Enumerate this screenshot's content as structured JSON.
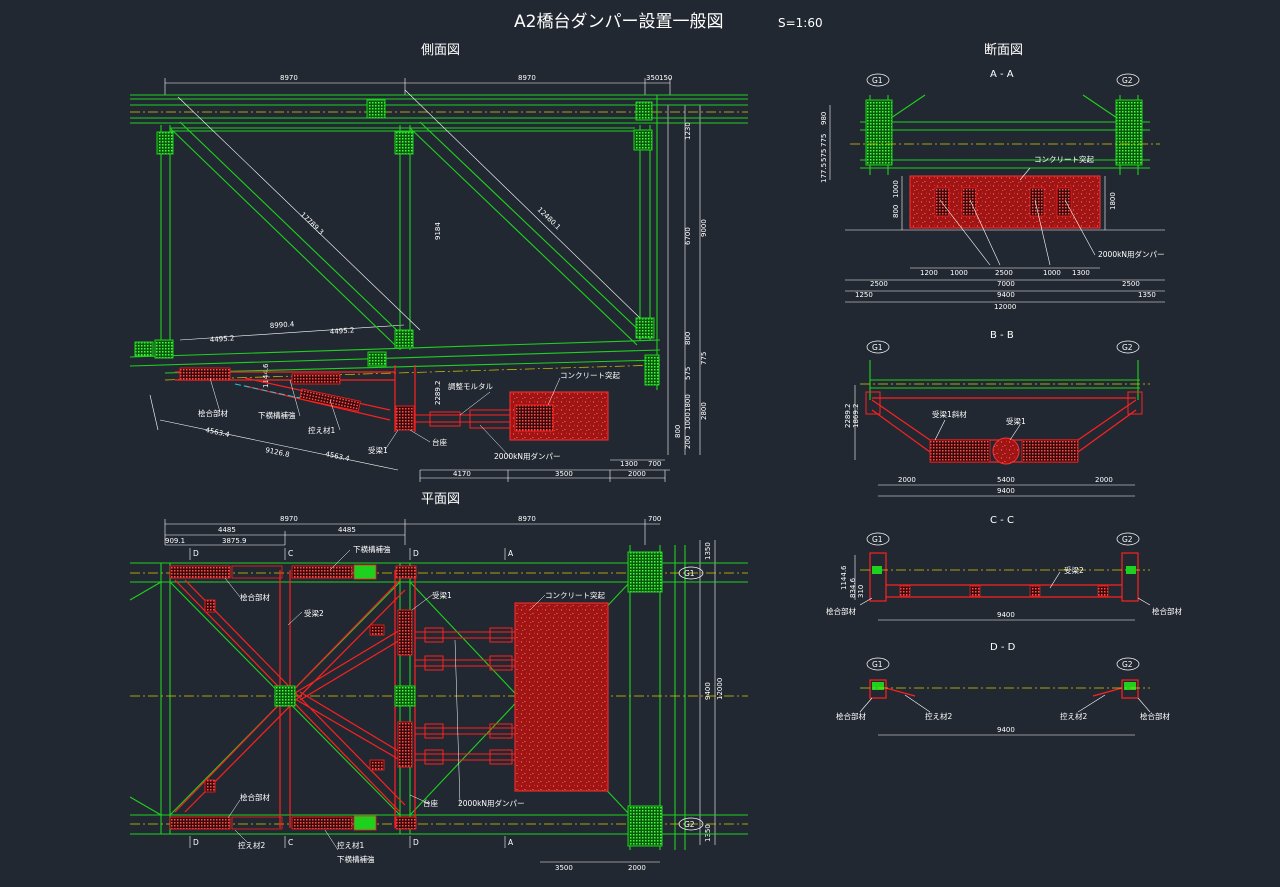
{
  "drawing": {
    "title": "A2橋台ダンパー設置一般図",
    "scale": "S=1:60",
    "views": {
      "side": "側面図",
      "section": "断面図",
      "plan": "平面図"
    },
    "sections": {
      "aa": "A - A",
      "bb": "B - B",
      "cc": "C - C",
      "dd": "D - D"
    },
    "girders": {
      "g1": "G1",
      "g2": "G2"
    },
    "labels": {
      "concrete_cover": "コンクリート突起",
      "concrete_cover_side": "コンクリート突起",
      "concrete_cover_aa": "コンクリート突起",
      "damper_2000": "2000kN用ダンパー",
      "damper_2000_aa": "2000kN用ダンパー",
      "damper_2000_plan": "2000kN用ダンパー",
      "adjust_mortar": "調整モルタル",
      "pedestal": "台座",
      "pedestal_plan": "台座",
      "connection": "桧合部材",
      "connection_plan1": "桧合部材",
      "connection_plan2": "桧合部材",
      "connection_cc_l": "桧合部材",
      "connection_cc_r": "桧合部材",
      "connection_dd_l": "桧合部材",
      "connection_dd_r": "桧合部材",
      "lower_lateral_rep": "下横構補強",
      "lower_lateral_rep_plan1": "下横構補強",
      "lower_lateral_rep_plan2": "下横構補強",
      "strut1": "控え材1",
      "strut1_plan": "控え材1",
      "strut2_plan": "控え材2",
      "strut2_dd_l": "控え材2",
      "strut2_dd_r": "控え材2",
      "receiving_beam1": "受梁1",
      "receiving_beam1_plan": "受梁1",
      "receiving_beam1_bb": "受梁1斜材",
      "receiving_beam1_bb2": "受梁1",
      "receiving_beam2_plan": "受梁2",
      "receiving_beam2_cc": "受梁2",
      "marker_d": "D",
      "marker_c": "C",
      "marker_a": "A"
    },
    "dimensions": {
      "side_top": [
        "8970",
        "8970",
        "350",
        "150"
      ],
      "side_diag": [
        "17789.3",
        "12480.1"
      ],
      "side_vert": [
        "9184",
        "1230",
        "6700",
        "9000",
        "800",
        "775",
        "575",
        "1800",
        "2800"
      ],
      "side_lower": [
        "8990.4",
        "4495.2",
        "4495.2",
        "4563.4",
        "9126.8",
        "4563.4",
        "2289.2",
        "1144.6"
      ],
      "side_bottom": [
        "4170",
        "3500",
        "2000",
        "1300",
        "700",
        "1000",
        "800",
        "200"
      ],
      "plan_top": [
        "8970",
        "8970",
        "700",
        "4485",
        "4485",
        "909.1",
        "3875.9"
      ],
      "plan_right": [
        "1350",
        "9400",
        "12000",
        "1350"
      ],
      "plan_bottom": [
        "3500",
        "2000"
      ],
      "aa": [
        "980",
        "775",
        "575",
        "177.5",
        "1000",
        "800",
        "1800",
        "1200",
        "1000",
        "2500",
        "1000",
        "1300",
        "2500",
        "7000",
        "2500",
        "1250",
        "9400",
        "1350",
        "12000"
      ],
      "bb": [
        "2289.2",
        "1869.2",
        "2000",
        "5400",
        "2000",
        "9400"
      ],
      "cc": [
        "1144.6",
        "834.6",
        "310",
        "9400"
      ],
      "dd": [
        "9400"
      ]
    }
  },
  "colors": {
    "background": "#222831",
    "steel": "#1fd11f",
    "new_member": "#ff2020",
    "concrete": "#c81818",
    "dimension": "#ffffff",
    "centerline": "#d6c800",
    "cyan": "#26c5d6"
  }
}
